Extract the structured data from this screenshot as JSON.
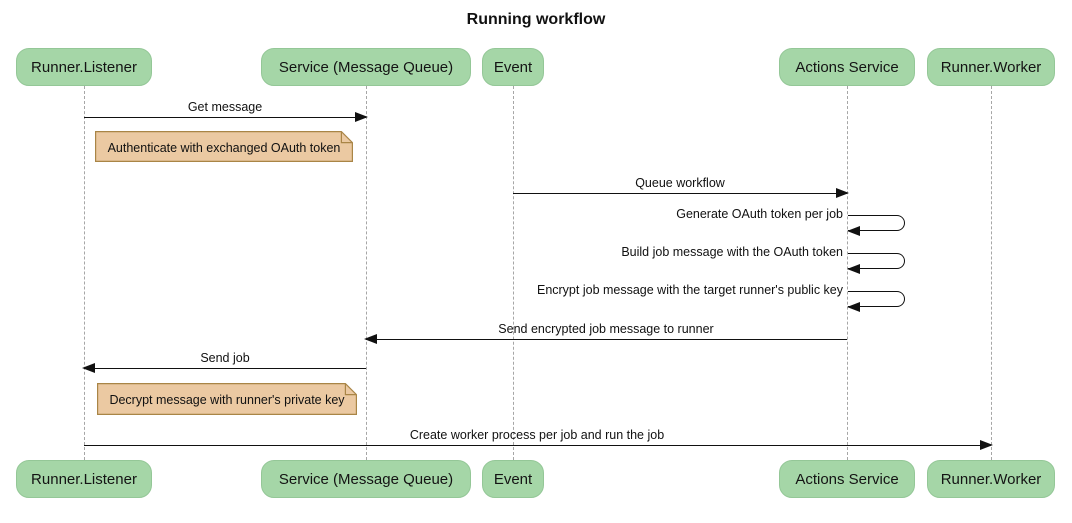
{
  "title": "Running workflow",
  "colors": {
    "actor_fill": "#a5d6a7",
    "actor_border": "#94c797",
    "note_fill": "#ebc9a2",
    "note_border": "#a98546",
    "lifeline": "#a6a6a6",
    "arrow": "#111111",
    "background": "#ffffff"
  },
  "actors": [
    {
      "label": "Runner.Listener"
    },
    {
      "label": "Service (Message Queue)"
    },
    {
      "label": "Event"
    },
    {
      "label": "Actions Service"
    },
    {
      "label": "Runner.Worker"
    }
  ],
  "messages": [
    {
      "kind": "arrow",
      "label": "Get message",
      "from": "Runner.Listener",
      "to": "Service (Message Queue)"
    },
    {
      "kind": "note",
      "label": "Authenticate with exchanged OAuth token",
      "anchor": "Runner.Listener"
    },
    {
      "kind": "arrow",
      "label": "Queue workflow",
      "from": "Event",
      "to": "Actions Service"
    },
    {
      "kind": "self",
      "label": "Generate OAuth token per job",
      "actor": "Actions Service"
    },
    {
      "kind": "self",
      "label": "Build job message with the OAuth token",
      "actor": "Actions Service"
    },
    {
      "kind": "self",
      "label": "Encrypt job message with the target runner's public key",
      "actor": "Actions Service"
    },
    {
      "kind": "arrow",
      "label": "Send encrypted job message to runner",
      "from": "Actions Service",
      "to": "Service (Message Queue)"
    },
    {
      "kind": "arrow",
      "label": "Send job",
      "from": "Service (Message Queue)",
      "to": "Runner.Listener"
    },
    {
      "kind": "note",
      "label": "Decrypt message with runner's private key",
      "anchor": "Runner.Listener"
    },
    {
      "kind": "arrow",
      "label": "Create worker process per job and run the job",
      "from": "Runner.Listener",
      "to": "Runner.Worker"
    }
  ]
}
